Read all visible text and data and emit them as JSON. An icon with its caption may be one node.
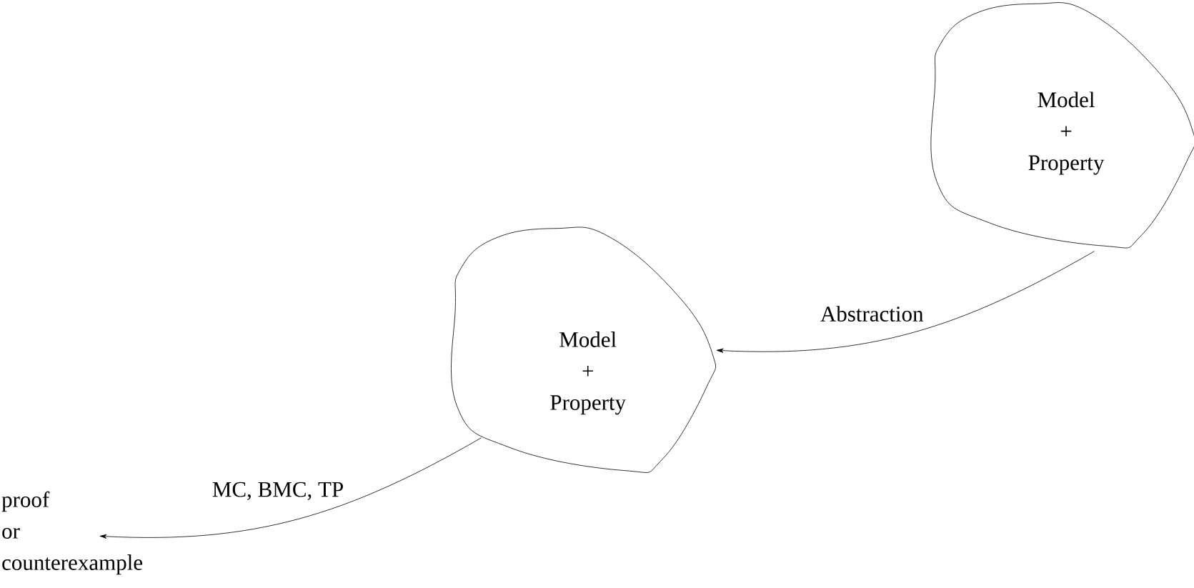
{
  "diagram": {
    "nodes": [
      {
        "text": [
          "Model + Property"
        ]
      },
      {
        "text": [
          "Model + Property"
        ]
      },
      {
        "text": [
          "proof or counterexample"
        ]
      }
    ],
    "edges": [
      {
        "from": 0,
        "to": 1,
        "arrow": "to",
        "label": "Abstraction"
      },
      {
        "from": 1,
        "to": 2,
        "arrow": "to",
        "label": "MC, BMC, TP"
      }
    ]
  }
}
